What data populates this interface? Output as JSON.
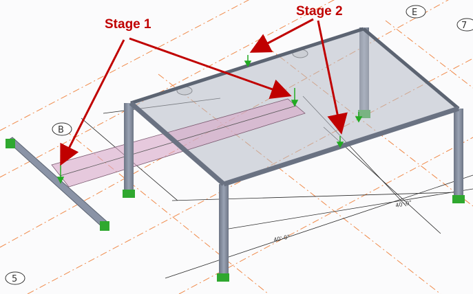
{
  "colors": {
    "background": "#ffffff",
    "grid_line": "#f08a4a",
    "dim_line": "#2a2a2a",
    "steel": "#8a93a6",
    "steel_dark": "#5c6472",
    "steel_light": "#b4bccb",
    "slab_fill": "#b7bcc6",
    "deck_fill": "#d8a8c8",
    "base_plate": "#2fa82f",
    "load_arrow": "#22aa22",
    "callout": "#c00000"
  },
  "callouts": {
    "stage1": "Stage 1",
    "stage2": "Stage 2"
  },
  "grid_labels": {
    "b": "B",
    "e": "E",
    "five": "5",
    "seven": "7"
  },
  "dimensions": {
    "d1": "40'-0\"",
    "d2": "40'-0\""
  },
  "icons": [
    "load-arrow-icon",
    "grid-bubble-icon"
  ]
}
